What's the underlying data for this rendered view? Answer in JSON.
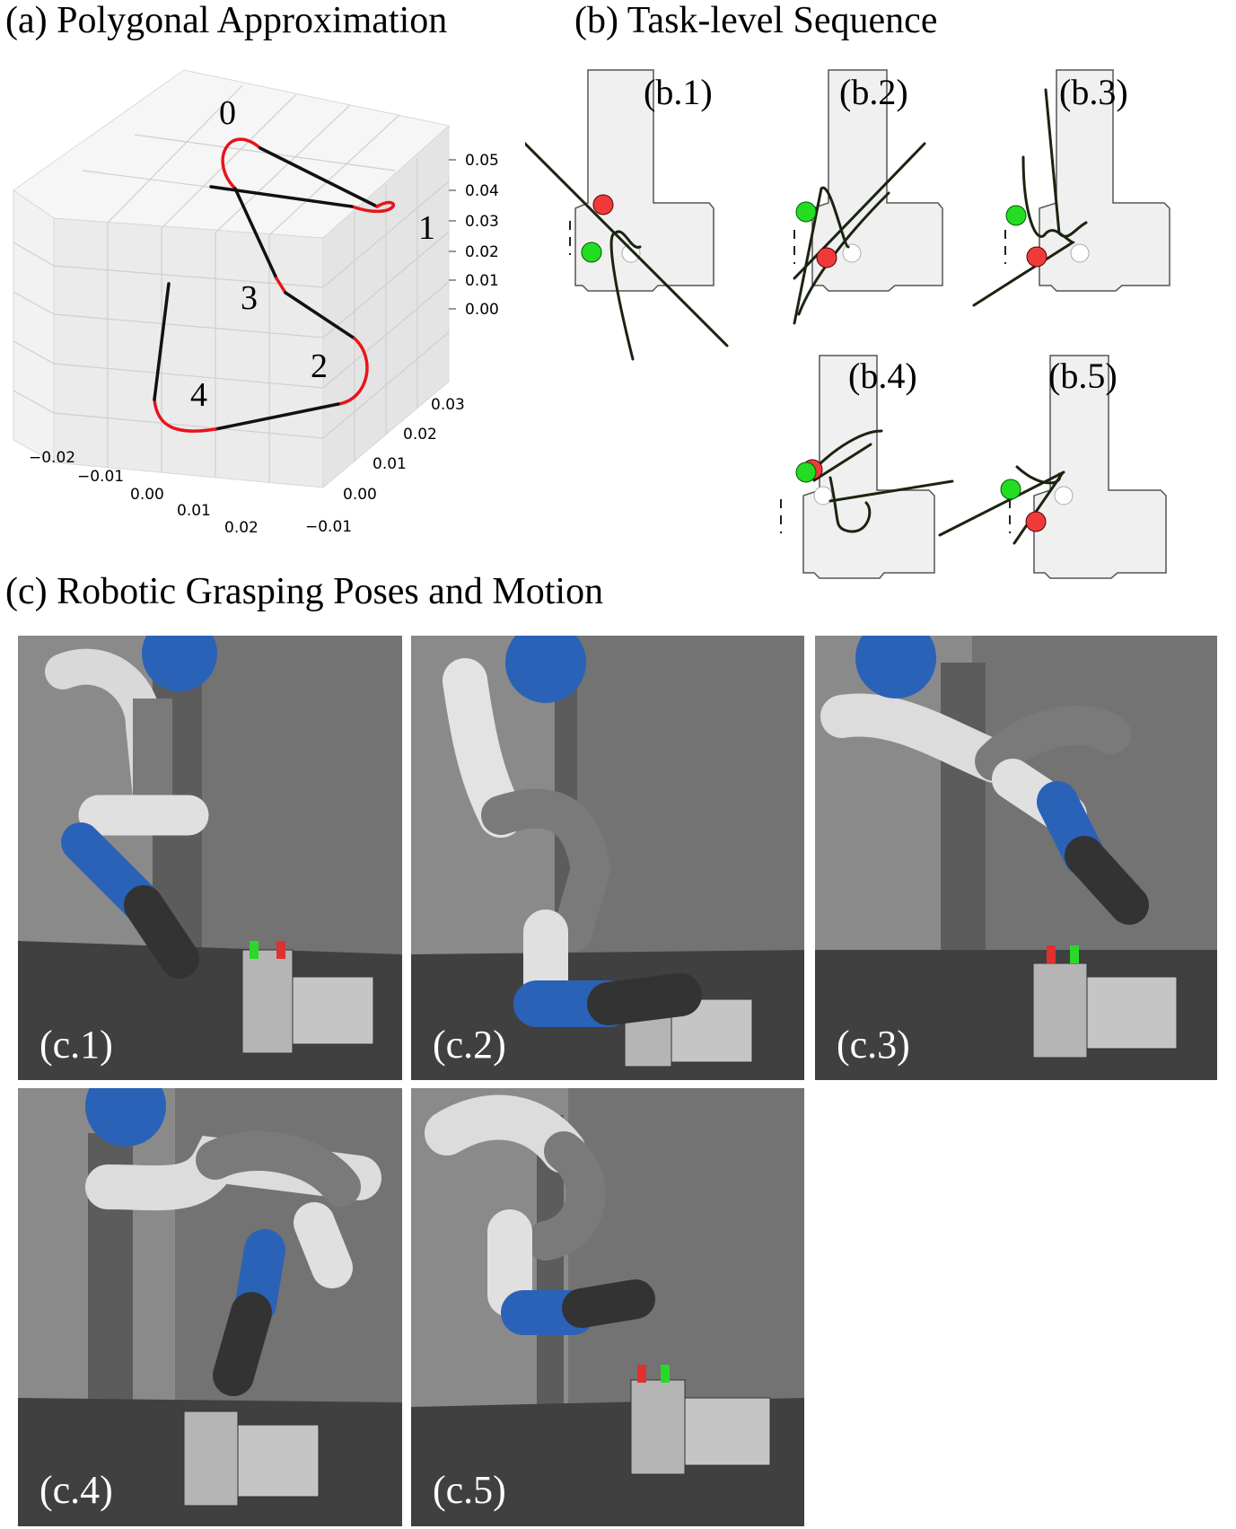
{
  "figure": {
    "section_a_title": "(a) Polygonal Approximation",
    "section_b_title": "(b) Task-level Sequence",
    "section_c_title": "(c) Robotic Grasping Poses and Motion"
  },
  "chart_data": {
    "type": "line3d",
    "title": "(a) Polygonal Approximation",
    "x_ticks": [
      "−0.02",
      "−0.01",
      "0.00",
      "0.01",
      "0.02"
    ],
    "y_ticks": [
      "−0.01",
      "0.00",
      "0.01",
      "0.02",
      "0.03"
    ],
    "z_ticks": [
      "0.00",
      "0.01",
      "0.02",
      "0.03",
      "0.04",
      "0.05"
    ],
    "segment_labels": [
      "0",
      "1",
      "2",
      "3",
      "4"
    ],
    "grid": true,
    "colors": {
      "line_segments": "#111111",
      "curved_segments": "#e8141a"
    }
  },
  "task_sequence": {
    "panels": [
      "(b.1)",
      "(b.2)",
      "(b.3)",
      "(b.4)",
      "(b.5)"
    ],
    "colors": {
      "board": "#f0f0f0",
      "red_marker": "#f03a3a",
      "green_marker": "#22dd22"
    }
  },
  "robot_poses": {
    "panels": [
      "(c.1)",
      "(c.2)",
      "(c.3)",
      "(c.4)",
      "(c.5)"
    ],
    "colors": {
      "background": "#707070",
      "table": "#3f3f3f",
      "robot_blue": "#2a62b8"
    }
  }
}
